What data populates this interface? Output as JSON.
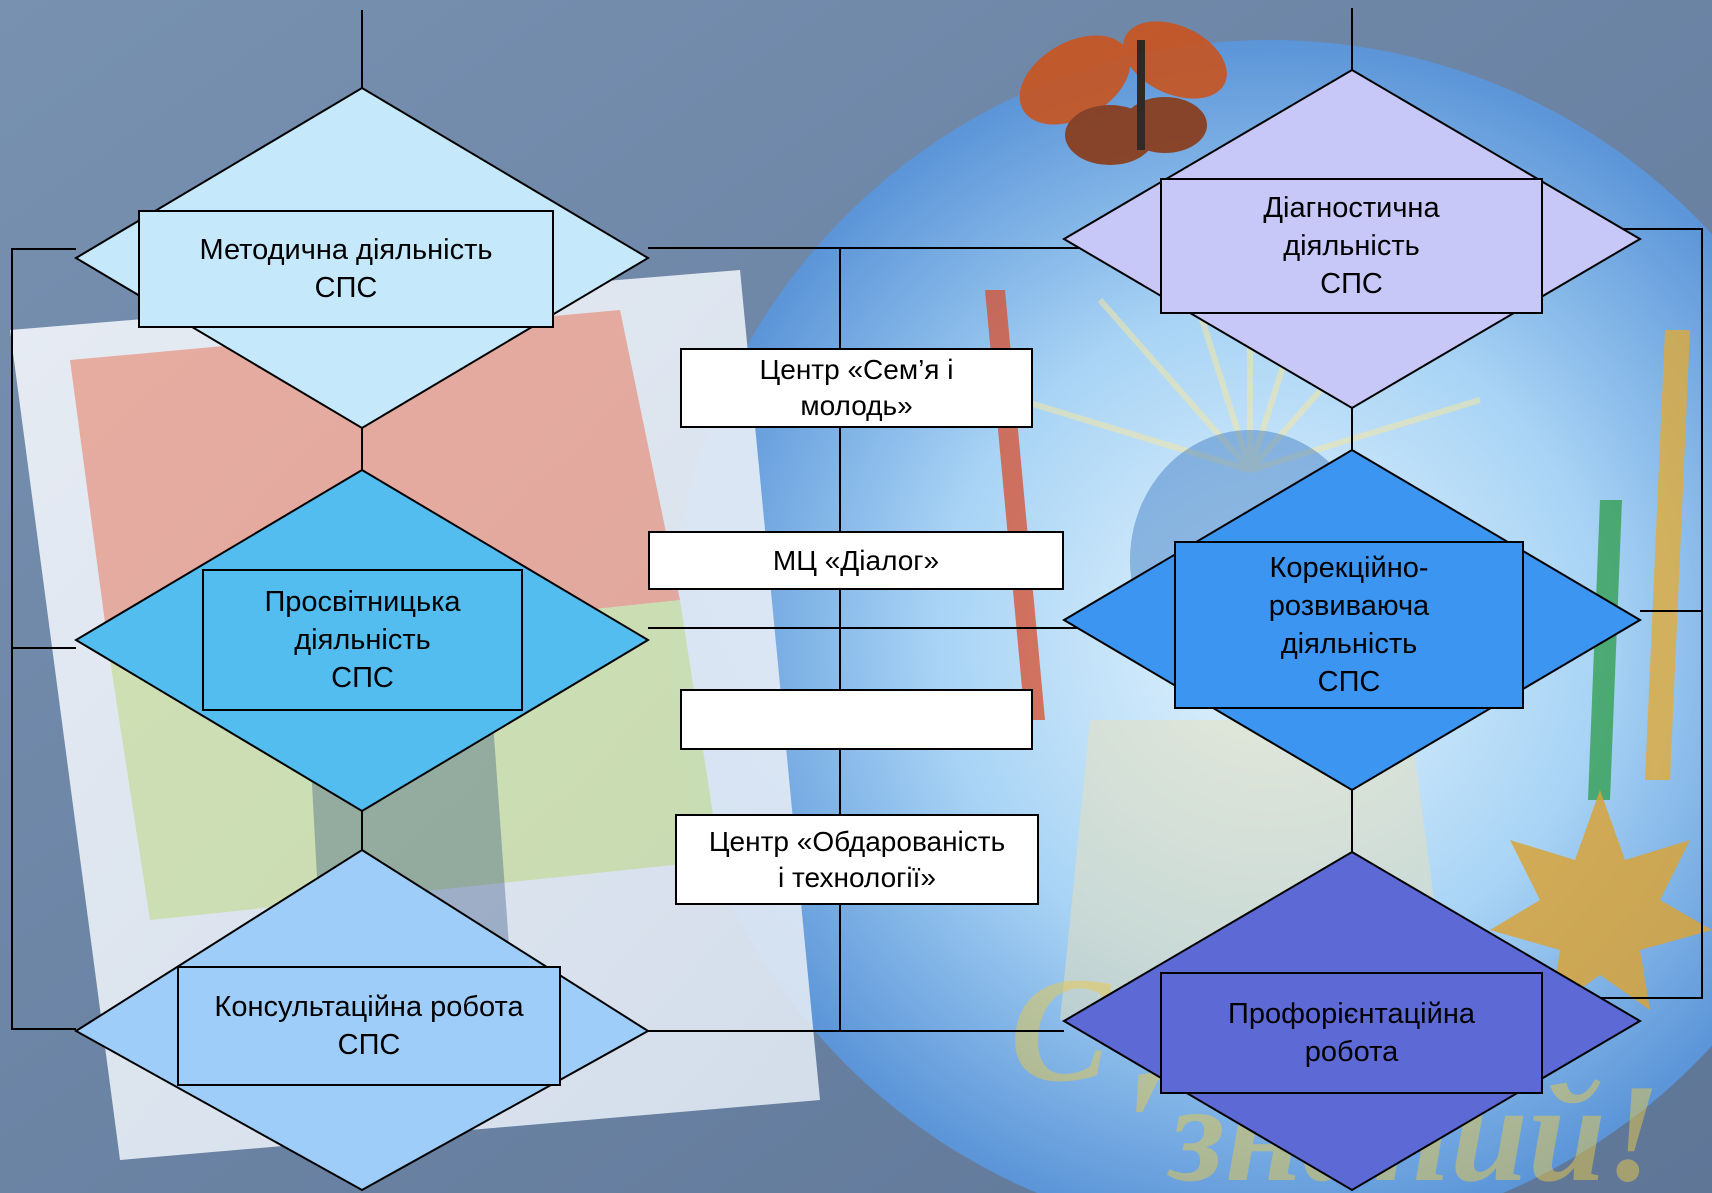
{
  "colors": {
    "background_blue": "#6f86a6",
    "globe_blue": "#9cc9f0",
    "methodical_fill": "#c6e8fb",
    "educational_fill": "#53bdf0",
    "consultative_fill": "#9fcdfa",
    "diagnostic_fill": "#c7c7f8",
    "correctional_fill": "#3d95f2",
    "career_fill": "#5d6ad6"
  },
  "left": {
    "methodical": "Методична діяльність\nСПС",
    "educational": "Просвітницька\nдіяльність\nСПС",
    "consultative": "Консультаційна робота\nСПС"
  },
  "right": {
    "diagnostic": "Діагностична\nдіяльність\nСПС",
    "correctional": "Корекційно-\nрозвиваюча\nдіяльність\nСПС",
    "career": "Профорієнтаційна\nробота"
  },
  "centers": {
    "family": "Центр «Сем’я і\nмолодь»",
    "dialog": "МЦ «Діалог»",
    "empty": "",
    "gifted": "Центр «Обдарованість\nі технології»"
  },
  "background_text": {
    "greeting_line1": "С Днем",
    "greeting_line2": "знаний!"
  }
}
